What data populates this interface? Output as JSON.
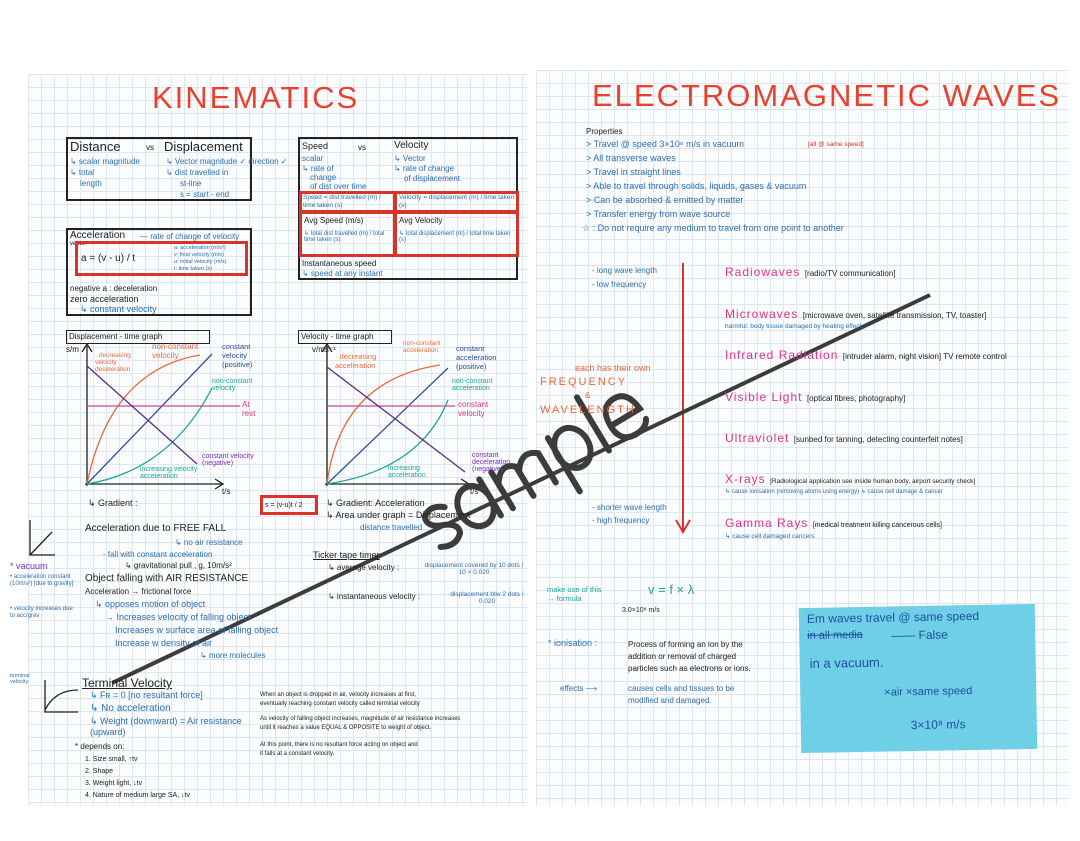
{
  "kinematics": {
    "title": "KINEMATICS",
    "distance_box": {
      "left_head": "Distance",
      "vs": "vs",
      "right_head": "Displacement",
      "left_lines": [
        "↳ scalar magnitude",
        "↳ total",
        "length"
      ],
      "right_lines": [
        "↳ Vector magnitude ✓ direction ✓",
        "↳ dist travelled in",
        "st-line",
        "s = start - end"
      ]
    },
    "speed_box": {
      "left_head": "Speed",
      "vs": "vs",
      "right_head": "Velocity",
      "left_lines": [
        "scalar",
        "↳ rate of",
        "change",
        "of dist over time"
      ],
      "right_lines": [
        "↳ Vector",
        "↳ rate of change",
        "of displacement"
      ],
      "speed_formula": "Speed = dist travelled (m) / time taken (s)",
      "velocity_formula": "Velocity = displacement (m) / time taken (s)",
      "avg_speed": "Avg Speed (m/s)",
      "avg_speed_formula": "↳ total dist travelled (m) / total time taken (s)",
      "avg_velocity": "Avg Velocity",
      "avg_velocity_formula": "↳ total displacement (m) / total time taken (s)",
      "instant_speed": "Instantaneous speed",
      "instant_speed_desc": "↳ speed at any instant"
    },
    "acceleration_box": {
      "head": "Acceleration",
      "desc": "— rate of change of velocity",
      "sub": "vector",
      "formula": "a = (v - u) / t",
      "legend": [
        "a: acceleration (m/s²)",
        "v: final velocity (m/s)",
        "u: initial velocity (m/s)",
        "t: time taken (s)"
      ],
      "lines": [
        "negative a : deceleration",
        "zero acceleration",
        "↳ constant velocity"
      ]
    },
    "dt_graph": {
      "title": "Displacement - time graph",
      "ylabel": "s/m",
      "xlabel": "t/s",
      "labels": {
        "decreasing": "· decreasing velocity deceleration",
        "nonconst": "non-constant velocity",
        "const_pos": "constant velocity (positive)",
        "nonconst2": "non-constant velocity",
        "rest": "At rest",
        "increasing": "increasing velocity acceleration",
        "const_neg": "constant velocity (negative)"
      }
    },
    "vt_graph": {
      "title": "Velocity - time graph",
      "ylabel": "v/ms⁻¹",
      "xlabel": "t/s",
      "labels": {
        "decreasing": "· decreasing acceleration",
        "nonconst": "non-constant acceleration",
        "const_pos": "constant acceleration (positive)",
        "nonconst2": "non-constant acceleration",
        "rest": "constant velocity",
        "increasing": "increasing acceleration",
        "const_neg": "constant deceleration (negative)"
      }
    },
    "gradient_left": "↳ Gradient :",
    "gradient_formula": "s = (v-u)t / 2",
    "gradient_right": "↳ Gradient: Acceleration",
    "area": "↳ Area under graph = Displacement",
    "area_sub": "distance travelled",
    "free_fall": {
      "head": "Acceleration due to FREE FALL",
      "sub": "↳ no air resistance",
      "lines": [
        "- fall with constant acceleration",
        "↳ gravitational pull , g, 10m/s²"
      ]
    },
    "vacuum": {
      "head": "* vacuum",
      "lines": [
        "• acceleration constant (10m/s²) [due to gravity]",
        "• velocity increases due to acc/grav"
      ]
    },
    "air_res": {
      "head": "Object falling with AIR RESISTANCE",
      "sub": "Acceleration → frictional force",
      "lines": [
        "↳ opposes motion of object",
        "→ Increases velocity of falling object",
        "Increases w surface area of falling object",
        "Increase w density of air",
        "↳ more molecules"
      ]
    },
    "ticker": {
      "head": "Ticker tape timer",
      "avg": "↳ average velocity :",
      "avg_formula": "displacement covered by 10 dots / 10 × 0.020",
      "inst": "↳ instantaneous velocity :",
      "inst_formula": "displacement btw 2 dots / 0.020"
    },
    "terminal": {
      "head": "Terminal Velocity",
      "axis": "terminal velocity",
      "lines": [
        "↳ Fʀ = 0   [no resultant force]",
        "↳ No acceleration",
        "↳ Weight (downward)   =   Air resistance (upward)"
      ],
      "depends": "* depends on:",
      "factors": [
        "1. Size   small, ↑tv",
        "2. Shape",
        "3. Weight   light, ↓tv",
        "4. Nature of medium   large SA, ↓tv"
      ],
      "para": [
        "When an object is dropped in air, velocity increases at first,",
        "eventually reaching constant velocity called terminal velocity",
        "As velocity of falling object increases, magnitude of air resistance increases",
        "until it reaches a value EQUAL & OPPOSITE to weight of object.",
        "At this point, there is no resultant force acting on object and",
        "it falls at a constant velocity."
      ]
    }
  },
  "em": {
    "title": "ELECTROMAGNETIC WAVES",
    "properties_head": "Properties",
    "properties": [
      "> Travel @ speed 3×10⁸ m/s in vacuum",
      "> All transverse waves",
      "> Travel in straight lines",
      "> Able to travel through solids, liquids, gases & vacuum",
      "> Can be absorbed & emitted by matter",
      "> Transfer energy from wave source",
      "☆ : Do not require any medium to travel from one point to another"
    ],
    "same_speed": "[all @ same speed]",
    "top_notes": [
      "- long wave length",
      "- low frequency"
    ],
    "bottom_notes": [
      "- shorter wave length",
      "- high frequency"
    ],
    "each_own": "each has their own",
    "frequency": "FREQUENCY",
    "and": "&",
    "wavelength": "WAVELENGTH",
    "waves": [
      {
        "name": "Radiowaves",
        "use": "[radio/TV communication]",
        "sub": ""
      },
      {
        "name": "Microwaves",
        "use": "[microwave oven, satellite transmission, TV, toaster]",
        "sub": "harmful: body tissue damaged by heating effect"
      },
      {
        "name": "Infrared Radiation",
        "use": "[intruder alarm, night vision] TV remote control",
        "sub": ""
      },
      {
        "name": "Visible Light",
        "use": "[optical fibres, photography]",
        "sub": ""
      },
      {
        "name": "Ultraviolet",
        "use": "[sunbed for tanning, detecting counterfeit notes]",
        "sub": ""
      },
      {
        "name": "X-rays",
        "use": "[Radiological application see inside human body, airport security check]",
        "sub": "↳ cause ionisation (removing atoms using energy) ↳ cause cell damage & cancer"
      },
      {
        "name": "Gamma Rays",
        "use": "[medical treatment killing cancerous cells]",
        "sub": "↳ cause cell damaged cancers"
      }
    ],
    "formula_note": "make use of this → formula",
    "formula": "v = f × λ",
    "formula_sub": "3.0×10⁸ m/s",
    "ionisation": {
      "head": "* ionisation :",
      "def": [
        "Process of forming an ion by the",
        "addition or removal of charged",
        "particles such as electrons or ions."
      ],
      "effects": "effects ⟶",
      "effect_text": [
        "causes cells and tissues to be",
        "modified and damaged."
      ]
    },
    "sticky": {
      "line1": "Em waves travel @ same speed",
      "strike": "in all media",
      "false": "—— False",
      "line3": "in a vacuum.",
      "line4": "×air ×same speed",
      "line5": "3×10⁸ m/s",
      "color": "#6fcfe6"
    }
  },
  "watermark": "sample",
  "colors": {
    "title": "#e8412e",
    "box": "#d9332a",
    "pen_blue": "#2a6fb3",
    "pink": "#e0338a",
    "teal": "#1aa89a"
  }
}
